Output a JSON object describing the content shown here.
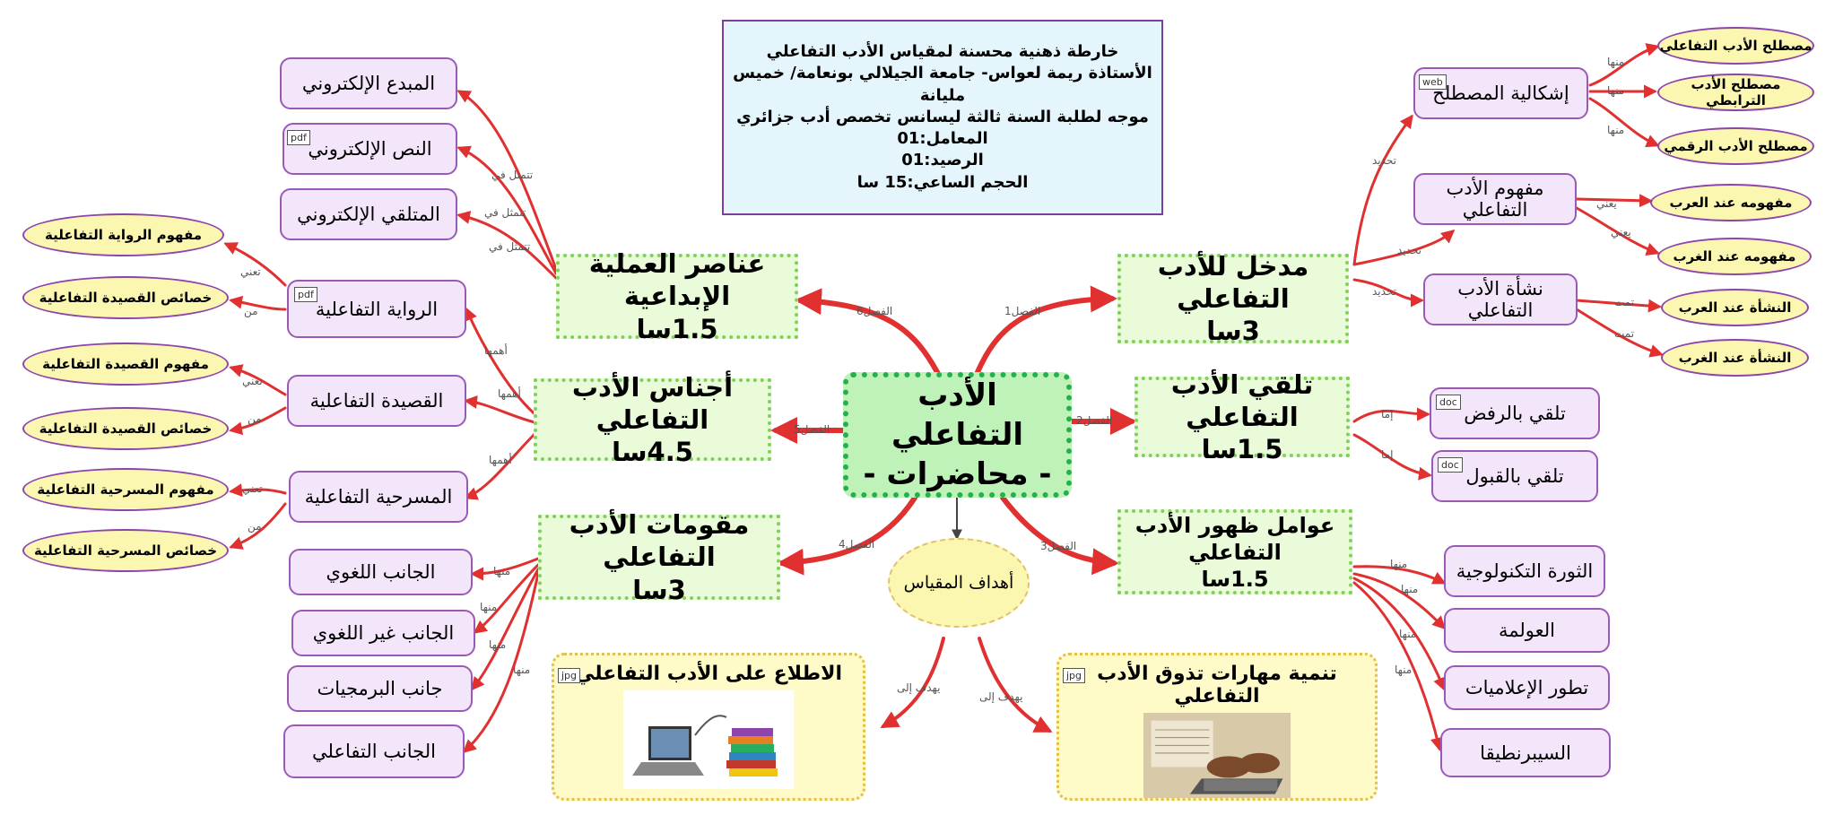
{
  "colors": {
    "link": "#e03030",
    "link_dark": "#444444",
    "pill_border": "#9b59b6",
    "oval_fill": "#fbf6b0",
    "sub_fill": "#e9fbd8",
    "center_fill": "#bff2b8"
  },
  "title_box": {
    "line1": "خارطة ذهنية محسنة لمقياس الأدب التفاعلي",
    "line2": "الأستاذة ريمة لعواس- جامعة الجيلالي بونعامة/ خميس مليانة",
    "line3": "موجه لطلبة السنة ثالثة ليسانس تخصص أدب جزائري",
    "line4": "المعامل:01",
    "line5": "الرصيد:01",
    "line6": "الحجم الساعي:15 سا"
  },
  "center": {
    "line1": "الأدب التفاعلي",
    "line2": "- محاضرات -"
  },
  "goals": {
    "label": "أهداف المقياس"
  },
  "chapters": {
    "ch1": {
      "title": "مدخل للأدب التفاعلي",
      "hours": "3سا",
      "link": "الفصل1"
    },
    "ch2": {
      "title": "تلقي الأدب التفاعلي",
      "hours": "1.5سا",
      "link": "الفصل2"
    },
    "ch3": {
      "title": "عوامل ظهور الأدب التفاعلي",
      "hours": "1.5سا",
      "link": "الفصل3"
    },
    "ch4": {
      "title": "مقومات الأدب التفاعلي",
      "hours": "3سا",
      "link": "الفصل4"
    },
    "ch5": {
      "title": "أجناس الأدب التفاعلي",
      "hours": "4.5سا",
      "link": "الفصل5"
    },
    "ch6": {
      "title": "عناصر العملية الإبداعية",
      "hours": "1.5سا",
      "link": "الفصل6"
    }
  },
  "ch1_children": {
    "problem": "إشكالية المصطلح",
    "concept": "مفهوم الأدب التفاعلي",
    "origin": "نشأة الأدب التفاعلي",
    "edge": "تحديد"
  },
  "term_leaves": [
    "مصطلح الأدب التفاعلي",
    "مصطلح الأدب الترابطي",
    "مصطلح الأدب الرقمي"
  ],
  "term_edge": "منها",
  "concept_leaves": [
    "مفهومه عند العرب",
    "مفهومه عند الغرب"
  ],
  "concept_edge": "يعني",
  "origin_leaves": [
    "النشأة عند العرب",
    "النشأة عند الغرب"
  ],
  "origin_edge": "تمت",
  "ch2_children": [
    "تلقي بالرفض",
    "تلقي بالقبول"
  ],
  "ch2_edge": "إما",
  "ch3_children": [
    "الثورة التكنولوجية",
    "العولمة",
    "تطور الإعلاميات",
    "السيبرنطيقا"
  ],
  "ch3_edge": "منها",
  "ch4_children": [
    "الجانب اللغوي",
    "الجانب غير اللغوي",
    "جانب البرمجيات",
    "الجانب التفاعلي"
  ],
  "ch4_edge": "منها",
  "ch5_children": [
    "الرواية التفاعلية",
    "القصيدة التفاعلية",
    "المسرحية التفاعلية"
  ],
  "ch5_edge": "أهمها",
  "genre_leaves": {
    "novel": [
      "مفهوم الرواية التفاعلية",
      "خصائص القصيدة التفاعلية"
    ],
    "poem": [
      "مفهوم القصيدة التفاعلية",
      "خصائص القصيدة التفاعلية"
    ],
    "play": [
      "مفهوم المسرحية التفاعلية",
      "خصائص المسرحية التفاعلية"
    ],
    "edge_concept": "تعني",
    "edge_props": "من"
  },
  "ch6_children": [
    "المبدع الإلكتروني",
    "النص الإلكتروني",
    "المتلقي الإلكتروني"
  ],
  "ch6_edge": "تتمثل في",
  "goal_cards": {
    "left": "الاطلاع على الأدب التفاعلي",
    "right": "تنمية مهارات تذوق الأدب التفاعلي",
    "edge": "يهدف إلى"
  },
  "badges": {
    "web": "web",
    "pdf": "pdf",
    "doc": "doc",
    "jpg": "jpg"
  }
}
